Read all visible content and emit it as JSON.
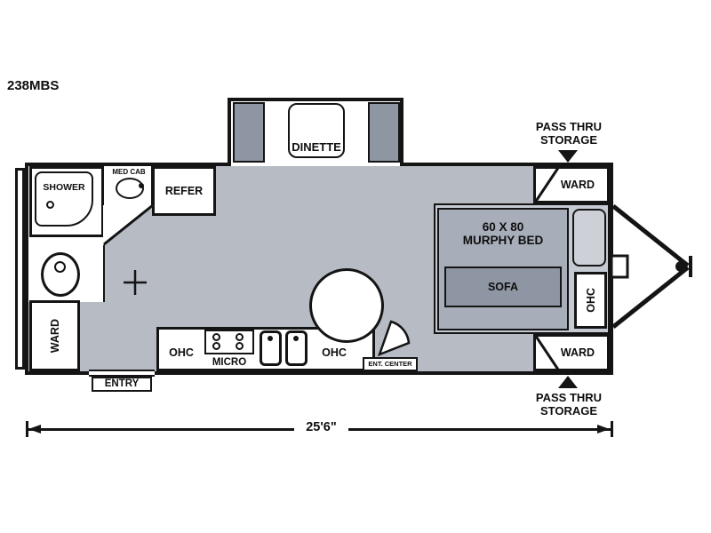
{
  "model": "238MBS",
  "floorplan": {
    "dinette": "DINETTE",
    "shower": "SHOWER",
    "med_cab": "MED CAB",
    "refer": "REFER",
    "ward_rear": "WARD",
    "entry": "ENTRY",
    "ohc_kitchen_left": "OHC",
    "micro": "MICRO",
    "ohc_kitchen_right": "OHC",
    "ent_center": "ENT. CENTER",
    "murphy_bed_size": "60 X 80",
    "murphy_bed": "MURPHY BED",
    "sofa": "SOFA",
    "ohc_front": "OHC",
    "ward_front_top": "WARD",
    "ward_front_bottom": "WARD",
    "pass_thru_top": {
      "line1": "PASS THRU",
      "line2": "STORAGE"
    },
    "pass_thru_bottom": {
      "line1": "PASS THRU",
      "line2": "STORAGE"
    },
    "length": "25'6\""
  },
  "colors": {
    "floor": "#b7bbc4",
    "bedroom_zone": "#c6cad2",
    "bed": "#a8aeb9",
    "cushion": "#8e96a3",
    "pillow": "#cdd0d7",
    "wall": "#141414",
    "fixture": "#ffffff"
  }
}
